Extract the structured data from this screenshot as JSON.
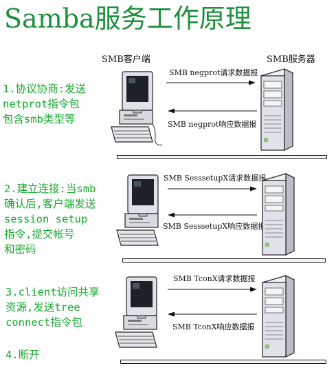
{
  "title": "Samba服务工作原理",
  "headers": {
    "client": "SMB客户端",
    "server": "SMB服务器"
  },
  "steps": [
    {
      "lines": [
        "1.协议协商:发送",
        "netprot指令包",
        "包含smb类型等"
      ]
    },
    {
      "lines": [
        "2.建立连接:当smb",
        "确认后,客户端发送",
        "session setup",
        "指令,提交帐号",
        "和密码"
      ]
    },
    {
      "lines": [
        "3.client访问共享",
        "资源,发送tree",
        "connect指令包"
      ]
    },
    {
      "lines": [
        "4.断开"
      ]
    }
  ],
  "messages": [
    {
      "request": "SMB negprot请求数据报",
      "response": "SMB negprot响应数据报"
    },
    {
      "request": "SMB SesssetupX请求数据报",
      "response": "SMB SesssetupX响应数据报"
    },
    {
      "request": "SMB TconX请求数据报",
      "response": "SMB TconX响应数据报"
    }
  ]
}
